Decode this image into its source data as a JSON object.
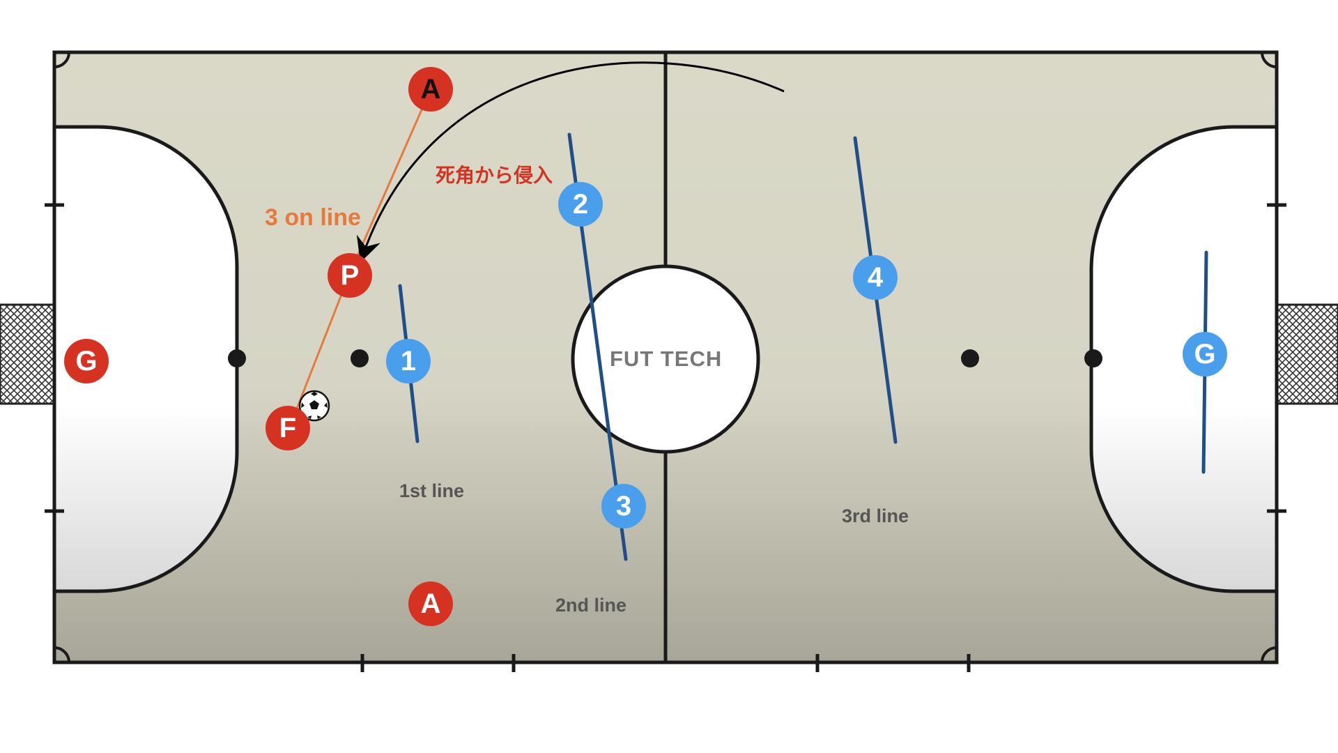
{
  "diagram": {
    "court_brand": "FUT TECH",
    "colors": {
      "attacking_team": "#d63222",
      "defending_team": "#4a9fec",
      "pass_line": "#e67a3c",
      "defensive_lines": "#1f4f86",
      "run_arrow": "#000000",
      "court_fill": "#d9d8c8"
    },
    "attacking_players": {
      "goalkeeper": "G",
      "pivot": "P",
      "fixo": "F",
      "ala_top": "A",
      "ala_bottom": "A"
    },
    "defending_players": {
      "d1": "1",
      "d2": "2",
      "d3": "3",
      "d4": "4",
      "goalkeeper": "G"
    },
    "annotations": {
      "three_on_line": "3 on line",
      "blind_side_entry": "死角から侵入"
    },
    "line_labels": {
      "first": "1st line",
      "second": "2nd line",
      "third": "3rd line"
    },
    "ball_icon": "soccer-ball-icon"
  }
}
